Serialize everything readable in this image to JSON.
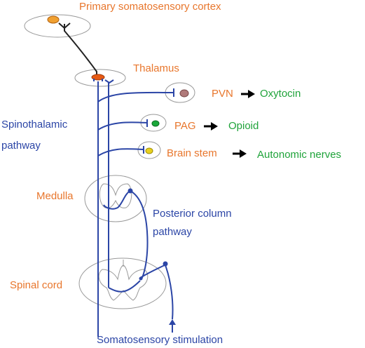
{
  "labels": {
    "cortex": "Primary somatosensory cortex",
    "thalamus": "Thalamus",
    "spinothalamic_line1": "Spinothalamic",
    "spinothalamic_line2": "pathway",
    "pvn": "PVN",
    "oxytocin": "Oxytocin",
    "pag": "PAG",
    "opioid": "Opioid",
    "brainstem": "Brain stem",
    "autonomic": "Autonomic nerves",
    "medulla": "Medulla",
    "posterior_line1": "Posterior column",
    "posterior_line2": "pathway",
    "spinal_cord": "Spinal cord",
    "stimulation": "Somatosensory stimulation"
  },
  "colors": {
    "orange_label": "#e8762c",
    "green_label": "#1fa33a",
    "blue_pathway": "#2b45a6",
    "black_neuron": "#222222",
    "outline": "#999999",
    "cortex_cell": "#f0a030",
    "thalamus_cell": "#e65a14",
    "pvn_cell": "#b07a7a",
    "pag_cell": "#1aa83a",
    "brainstem_cell": "#e8d020"
  },
  "icons": {
    "arrow_pvn": "right-arrow-icon",
    "arrow_pag": "right-arrow-icon",
    "arrow_brainstem": "right-arrow-icon",
    "stimulation_arrow": "up-arrow-icon"
  }
}
